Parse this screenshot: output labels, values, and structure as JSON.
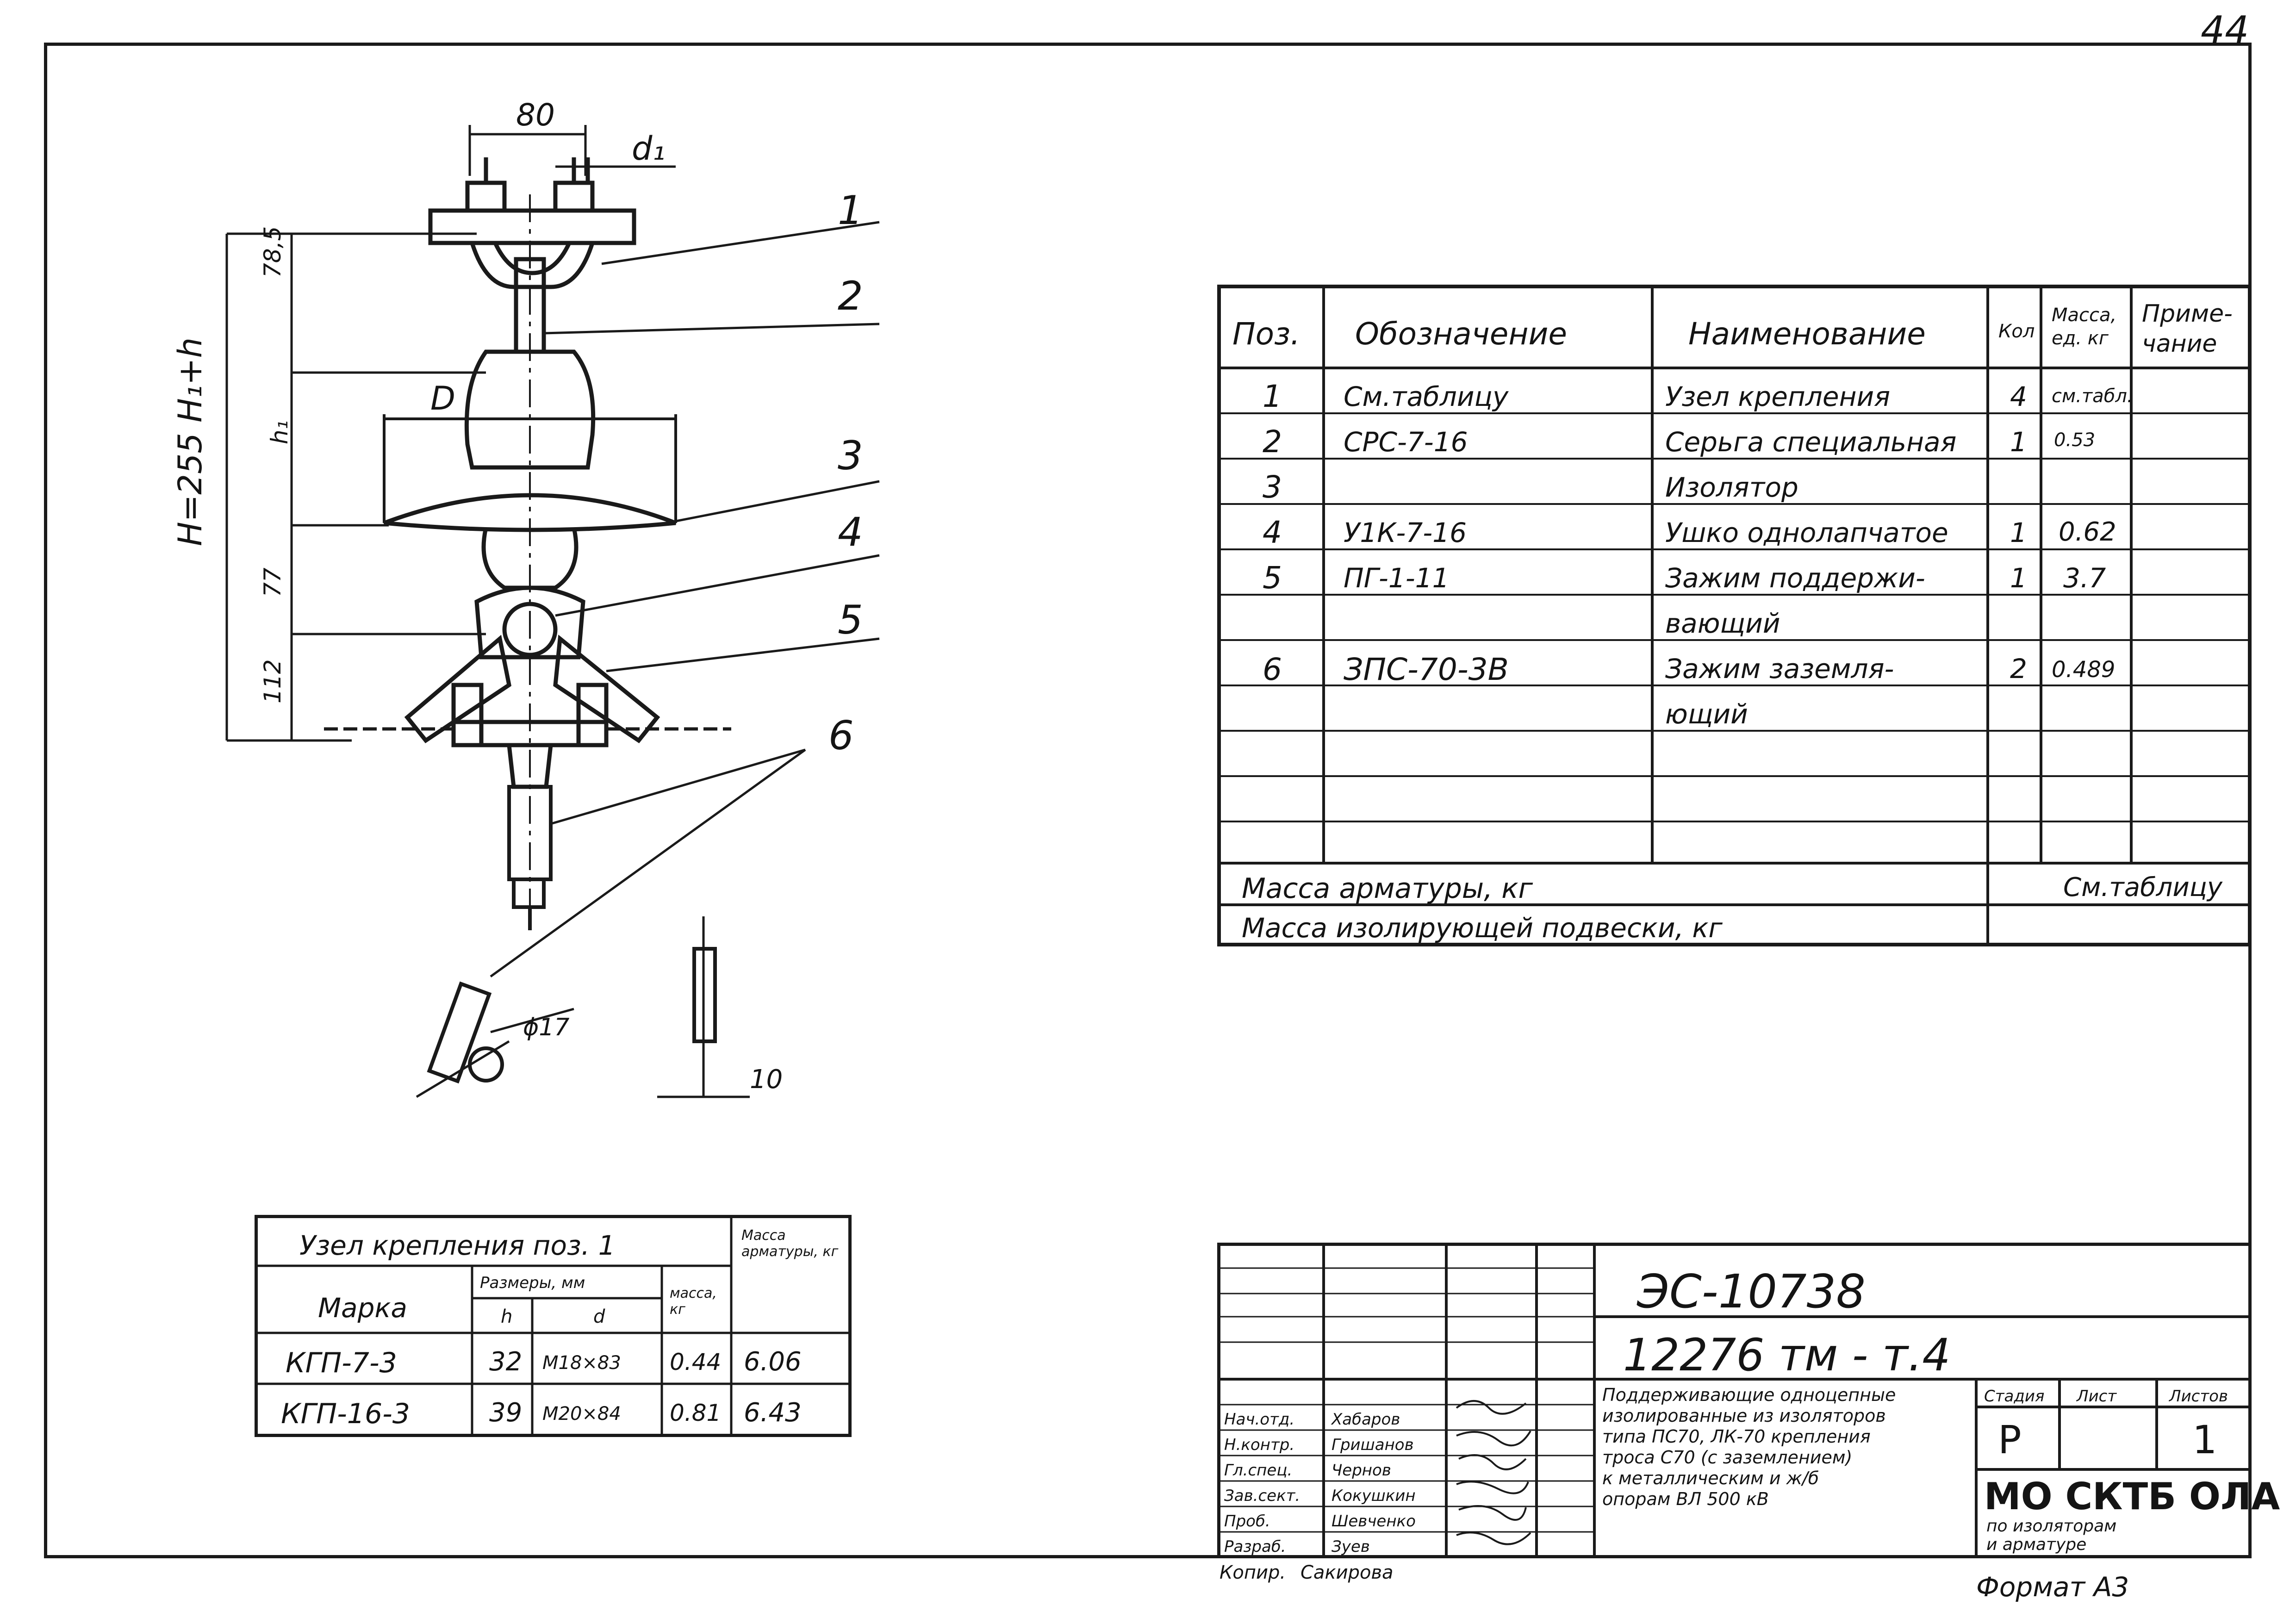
{
  "sheet_number": "44",
  "drawing": {
    "dim_top": "80",
    "dim_d1": "d₁",
    "dim_D": "D",
    "dim_H": "H=255 H₁+h",
    "dim_h": "h",
    "dim_h1": "h₁",
    "dim_78_5": "78,5",
    "dim_77": "77",
    "dim_112": "112",
    "dim_17": "ϕ17",
    "dim_10": "10",
    "callouts": [
      "1",
      "2",
      "3",
      "4",
      "5",
      "6"
    ]
  },
  "spec_table": {
    "headers": {
      "pos": "Поз.",
      "designation": "Обозначение",
      "name": "Наименование",
      "qty": "Кол",
      "mass_l1": "Масса,",
      "mass_l2": "ед. кг",
      "note_l1": "Приме-",
      "note_l2": "чание"
    },
    "rows": [
      {
        "pos": "1",
        "designation": "См.таблицу",
        "name": "Узел крепления",
        "qty": "4",
        "mass": "см.табл."
      },
      {
        "pos": "2",
        "designation": "СРС-7-16",
        "name": "Серьга специальная",
        "qty": "1",
        "mass": "0.53"
      },
      {
        "pos": "3",
        "designation": "",
        "name": "Изолятор",
        "qty": "",
        "mass": ""
      },
      {
        "pos": "4",
        "designation": "У1К-7-16",
        "name": "Ушко однолапчатое",
        "qty": "1",
        "mass": "0.62"
      },
      {
        "pos": "5",
        "designation": "ПГ-1-11",
        "name": "Зажим поддержи-",
        "qty": "1",
        "mass": "3.7"
      },
      {
        "pos": "",
        "designation": "",
        "name": "вающий",
        "qty": "",
        "mass": ""
      },
      {
        "pos": "6",
        "designation": "ЗПС-70-3В",
        "name": "Зажим заземля-",
        "qty": "2",
        "mass": "0.489"
      },
      {
        "pos": "",
        "designation": "",
        "name": "ющий",
        "qty": "",
        "mass": ""
      }
    ],
    "mass_fittings_label": "Масса арматуры, кг",
    "mass_fittings_value": "См.таблицу",
    "mass_suspension_label": "Масса изолирующей подвески, кг"
  },
  "mount_table": {
    "title": "Узел крепления поз. 1",
    "mass_header": "Масса арматуры, кг",
    "col_mark": "Марка",
    "col_dims": "Размеры, мм",
    "col_h": "h",
    "col_d": "d",
    "col_mass": "масса, кг",
    "rows": [
      {
        "mark": "КГП-7-3",
        "h": "32",
        "d": "М18×83",
        "mass": "0.44",
        "fittings": "6.06"
      },
      {
        "mark": "КГП-16-3",
        "h": "39",
        "d": "М20×84",
        "mass": "0.81",
        "fittings": "6.43"
      }
    ]
  },
  "title_block": {
    "code1": "ЭС-10738",
    "code2": "12276 тм - т.4",
    "description": [
      "Поддерживающие одноцепные",
      "изолированные из изоляторов",
      "типа ПС70, ЛК-70 крепления",
      "троса С70 (с заземлением)",
      "к металлическим и ж/б",
      "опорам ВЛ 500 кВ"
    ],
    "stage_label": "Стадия",
    "sheet_label": "Лист",
    "sheets_label": "Листов",
    "stage_value": "Р",
    "sheets_value": "1",
    "org": "МО СКТБ ОЛА",
    "org_sub1": "по изоляторам",
    "org_sub2": "и арматуре",
    "roles": [
      "Нач.отд.",
      "Н.контр.",
      "Гл.спец.",
      "Зав.сект.",
      "Проб.",
      "Разраб."
    ],
    "names": [
      "Хабаров",
      "Гришанов",
      "Чернов",
      "Кокушкин",
      "Шевченко",
      "Зуев"
    ],
    "copied": "Копир.",
    "copier": "Сакирова",
    "format": "Формат А3"
  }
}
